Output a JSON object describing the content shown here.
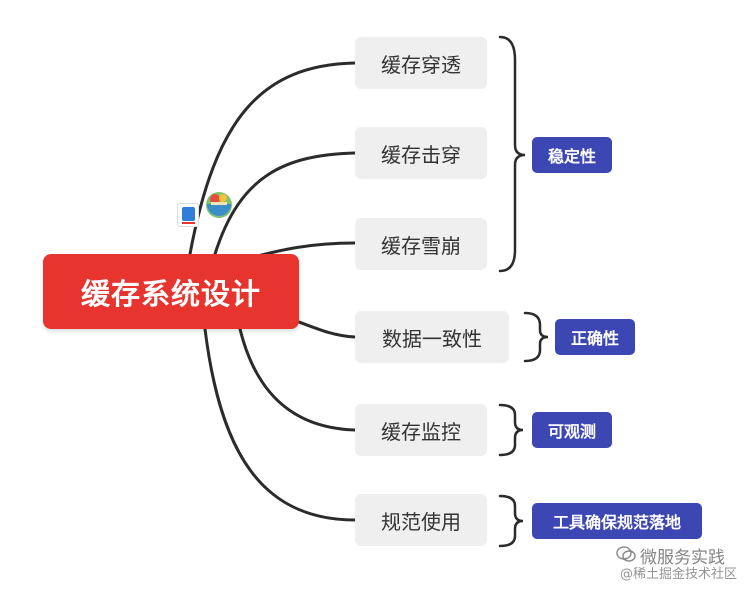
{
  "root": {
    "label": "缓存系统设计"
  },
  "branches": [
    {
      "label": "缓存穿透"
    },
    {
      "label": "缓存击穿"
    },
    {
      "label": "缓存雪崩"
    },
    {
      "label": "数据一致性"
    },
    {
      "label": "缓存监控"
    },
    {
      "label": "规范使用"
    }
  ],
  "tags": [
    {
      "label": "稳定性"
    },
    {
      "label": "正确性"
    },
    {
      "label": "可观测"
    },
    {
      "label": "工具确保规范落地"
    }
  ],
  "watermark": {
    "line1": "微服务实践",
    "line2": "@稀土掘金技术社区"
  },
  "colors": {
    "root": "#e8342f",
    "tag": "#3d47b4",
    "node": "#efefef",
    "line": "#2b2b2b"
  }
}
